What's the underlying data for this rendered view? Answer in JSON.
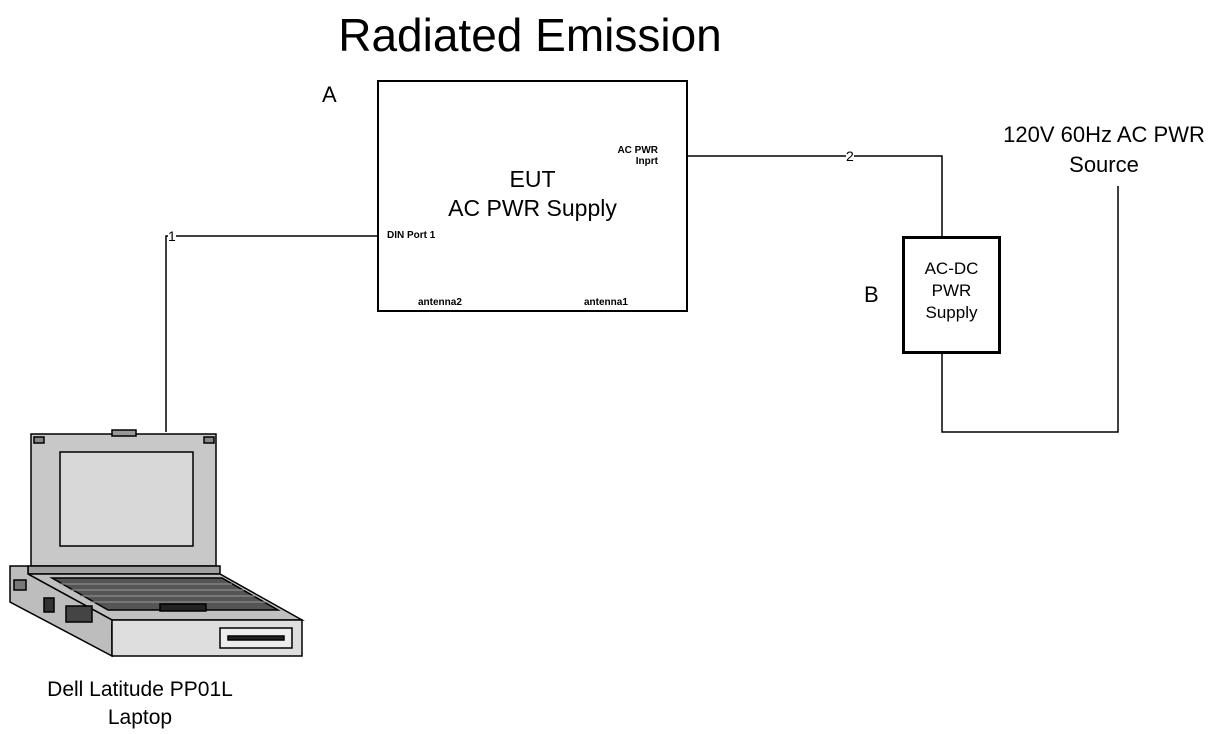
{
  "diagram": {
    "title": "Radiated Emission",
    "label_a": "A",
    "label_b": "B",
    "eut": {
      "line1": "EUT",
      "line2": "AC PWR Supply",
      "din_port": "DIN Port 1",
      "ac_port_line1": "AC PWR",
      "ac_port_line2": "Inprt",
      "antenna2": "antenna2",
      "antenna1": "antenna1"
    },
    "psu": {
      "line1": "AC-DC",
      "line2": "PWR",
      "line3": "Supply"
    },
    "source": {
      "line1": "120V 60Hz AC PWR",
      "line2": "Source"
    },
    "cable1": "1",
    "cable2": "2",
    "laptop": {
      "line1": "Dell Latitude PP01L",
      "line2": "Laptop",
      "icon": "laptop-icon"
    }
  }
}
